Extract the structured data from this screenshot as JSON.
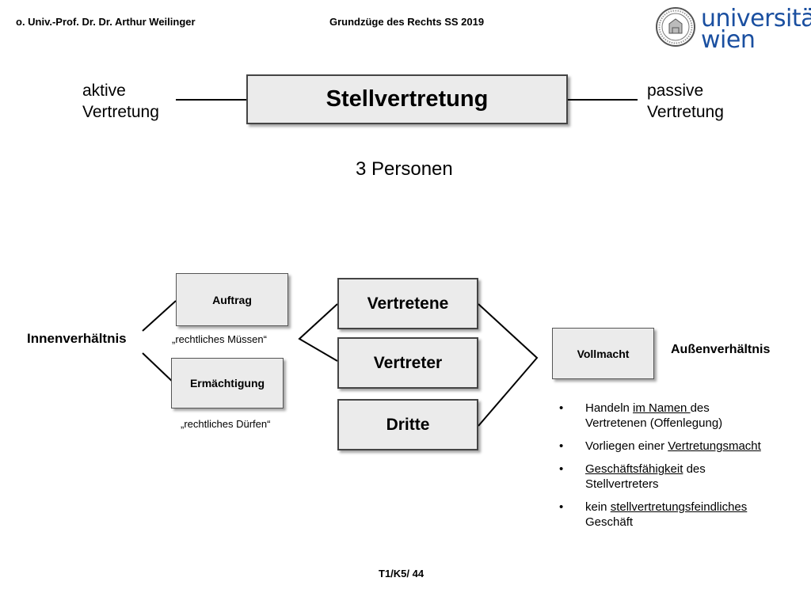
{
  "header": {
    "author": "o. Univ.-Prof. Dr. Dr. Arthur Weilinger",
    "course": "Grundzüge des Rechts SS 2019"
  },
  "logo": {
    "line1": "universität",
    "line2": "wien",
    "seal_icon": "university-seal-icon"
  },
  "main": {
    "title": "Stellvertretung",
    "left_label": [
      "aktive",
      "Vertretung"
    ],
    "right_label": [
      "passive",
      "Vertretung"
    ],
    "persons": "3 Personen"
  },
  "diagram": {
    "inner_label": "Innenverhältnis",
    "outer_label": "Außenverhältnis",
    "auftrag": "Auftrag",
    "auftrag_note": "„rechtliches Müssen“",
    "ermaechtigung": "Ermächtigung",
    "ermaechtigung_note": "„rechtliches Dürfen“",
    "vertretene": "Vertretene",
    "vertreter": "Vertreter",
    "dritte": "Dritte",
    "vollmacht": "Vollmacht"
  },
  "conditions": {
    "item1": {
      "pre": "Handeln ",
      "u": "im Namen ",
      "post": "des Vertretenen (Offenlegung)"
    },
    "item2": {
      "pre": "Vorliegen einer ",
      "u": "Vertretungsmacht",
      "post": ""
    },
    "item3": {
      "pre": "",
      "u": "Geschäftsfähigkeit",
      "post": " des Stellvertreters"
    },
    "item4": {
      "pre": "kein ",
      "u": "stellvertretungsfeindliches",
      "post": " Geschäft"
    }
  },
  "footer": {
    "page": "T1/K5/ 44"
  },
  "colors": {
    "box_fill": "#ebebeb",
    "logo_blue": "#1a4fa0"
  }
}
